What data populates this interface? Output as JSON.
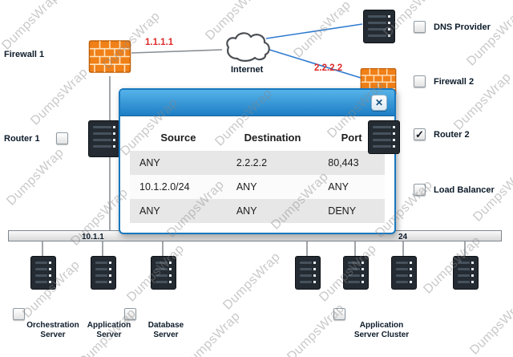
{
  "watermark": {
    "text": "DumpsWrap"
  },
  "labels": {
    "firewall1": "Firewall 1",
    "router1": "Router 1",
    "internet": "Internet",
    "ip_firewall1": "1.1.1.1",
    "ip_firewall2": "2.2.2.2",
    "dns_provider": "DNS Provider",
    "firewall2": "Firewall 2",
    "router2": "Router 2",
    "load_balancer": "Load Balancer",
    "subnet_left": "10.1.1",
    "subnet_right": "24",
    "orchestration_server": "Orchestration Server",
    "application_server": "Application Server",
    "database_server": "Database Server",
    "application_server_cluster": "Application Server Cluster"
  },
  "dialog": {
    "close_glyph": "✕",
    "headers": [
      "Source",
      "Destination",
      "Port"
    ],
    "rows": [
      [
        "ANY",
        "2.2.2.2",
        "80,443"
      ],
      [
        "10.1.2.0/24",
        "ANY",
        "ANY"
      ],
      [
        "ANY",
        "ANY",
        "DENY"
      ]
    ]
  },
  "glyphs": {
    "check": "✓"
  }
}
